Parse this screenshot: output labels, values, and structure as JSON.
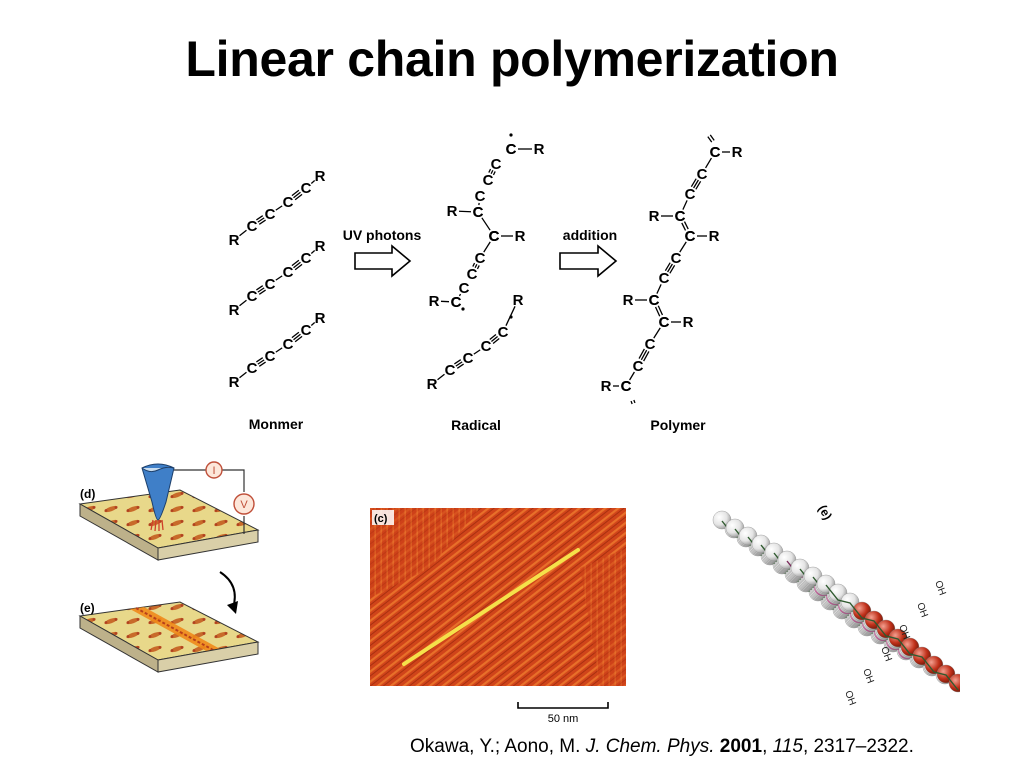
{
  "title": "Linear chain polymerization",
  "scheme": {
    "atom_c": "C",
    "atom_r": "R",
    "arrow1_label": "UV photons",
    "arrow2_label": "addition",
    "label_monomer": "Monmer",
    "label_radical": "Radical",
    "label_polymer": "Polymer"
  },
  "panels": {
    "stm_label": "(d)",
    "pattern_label": "(e)",
    "current_label": "I",
    "voltage_label": "V",
    "image_label": "(c)",
    "scalebar_label": "50 nm",
    "model_label": "(e)",
    "oh_label": "OH"
  },
  "citation": {
    "authors": "Okawa, Y.; Aono, M. ",
    "journal": "J. Chem. Phys.",
    "year": "2001",
    "volume": "115",
    "pages": ", 2317–2322."
  },
  "colors": {
    "stm_image": "#d0441a",
    "polymer_line": "#f5e14a",
    "substrate": "#e8d88a",
    "tip": "#3f7fc8",
    "polymer_stripe": "#f08a1a",
    "sphere_highlight": "#e070b0",
    "oxygen": "#c0301a"
  }
}
